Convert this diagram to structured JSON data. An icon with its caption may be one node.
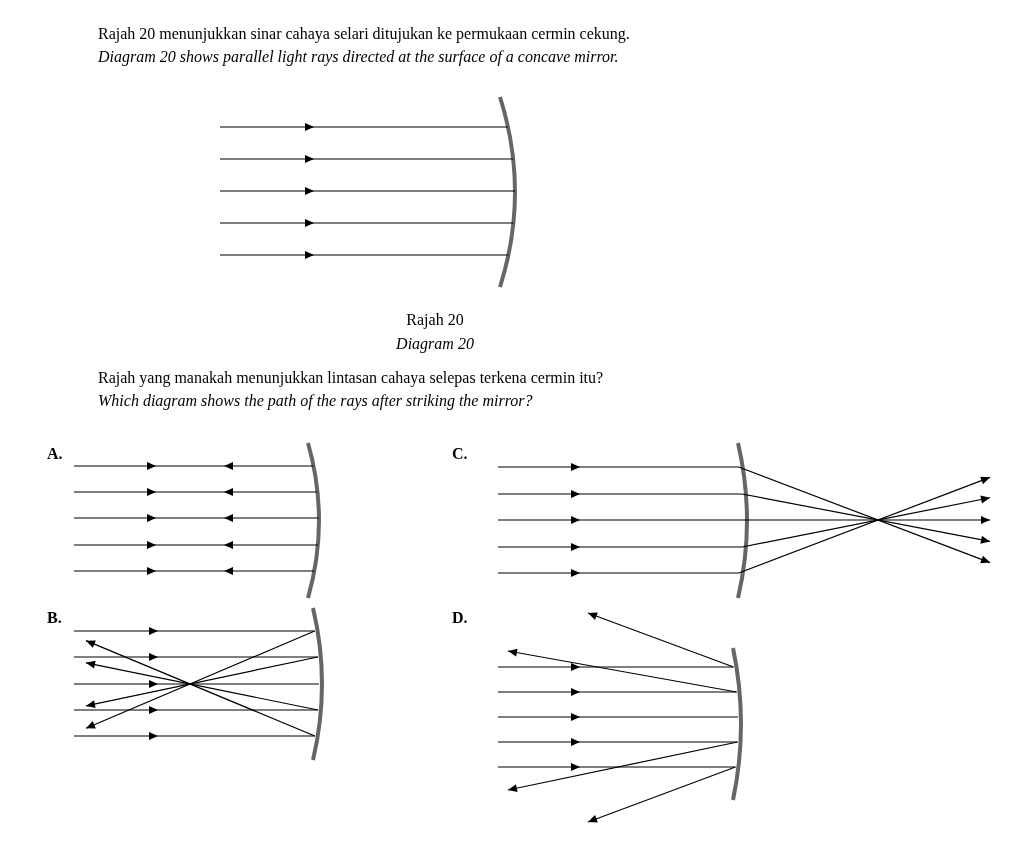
{
  "diagram": {
    "labels": [
      "Rajah 20 menunjukkan sinar cahaya selari ditujukan ke permukaan cermin cekung.",
      "Diagram 20 shows parallel light rays directed at the surface of a concave mirror.",
      "Rajah 20",
      "Diagram 20",
      "Rajah yang manakah menunjukkan lintasan cahaya selepas terkena cermin itu?",
      "Which diagram shows the path of the rays after striking the mirror?",
      "A.",
      "C.",
      "B.",
      "D."
    ]
  }
}
